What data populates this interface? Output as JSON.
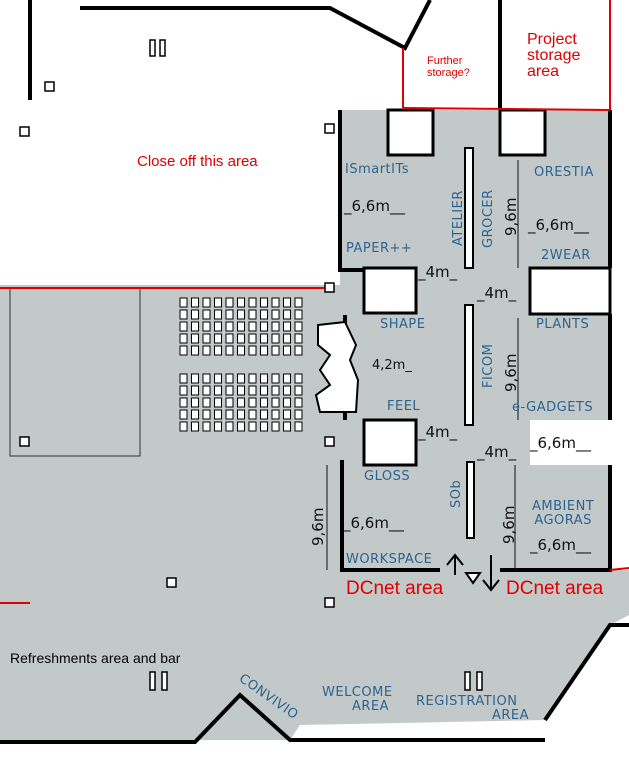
{
  "annotations": {
    "further_storage": [
      "Further",
      "storage?"
    ],
    "project_storage": [
      "Project",
      "storage",
      "area"
    ],
    "close_off": "Close off this area",
    "dcnet_left": "DCnet area",
    "dcnet_right": "DCnet area",
    "refreshments": "Refreshments area and bar"
  },
  "booths": {
    "smartits": "ISmartITs",
    "paper": "PAPER++",
    "atelier": "ATELIER",
    "grocer": "GROCER",
    "orestia": "ORESTIA",
    "twowear": "2WEAR",
    "shape": "SHAPE",
    "feel": "FEEL",
    "ficom": "FICOM",
    "plants": "PLANTS",
    "egadgets": "e-GADGETS",
    "gloss": "GLOSS",
    "workspace": "WORKSPACE",
    "sob": "SOb",
    "ambient": [
      "AMBIENT",
      "AGORAS"
    ],
    "convivio": "CONVIVIO",
    "welcome": [
      "WELCOME",
      "AREA"
    ],
    "registration": [
      "REGISTRATION",
      "AREA"
    ]
  },
  "dimensions": {
    "smartits_width": "_6,6m__",
    "grocer_depth": "9,6m",
    "orestia_width": "_6,6m__",
    "aisle_1a": "_4m_",
    "aisle_1b": "_4m_",
    "shape_width": "4,2m_",
    "ficom_depth": "9,6m",
    "aisle_2a": "_4m_",
    "aisle_2b": "_4m_",
    "egadgets_width": "_6,6m__",
    "gloss_depth": "9,6m",
    "gloss_width": "_6,6m__",
    "ambient_depth": "9,6m",
    "ambient_width": "_6,6m__"
  },
  "colors": {
    "floor": "#c3c9c9",
    "wall": "#000000",
    "annotation": "#e00000",
    "booth_label": "#2c6391"
  }
}
